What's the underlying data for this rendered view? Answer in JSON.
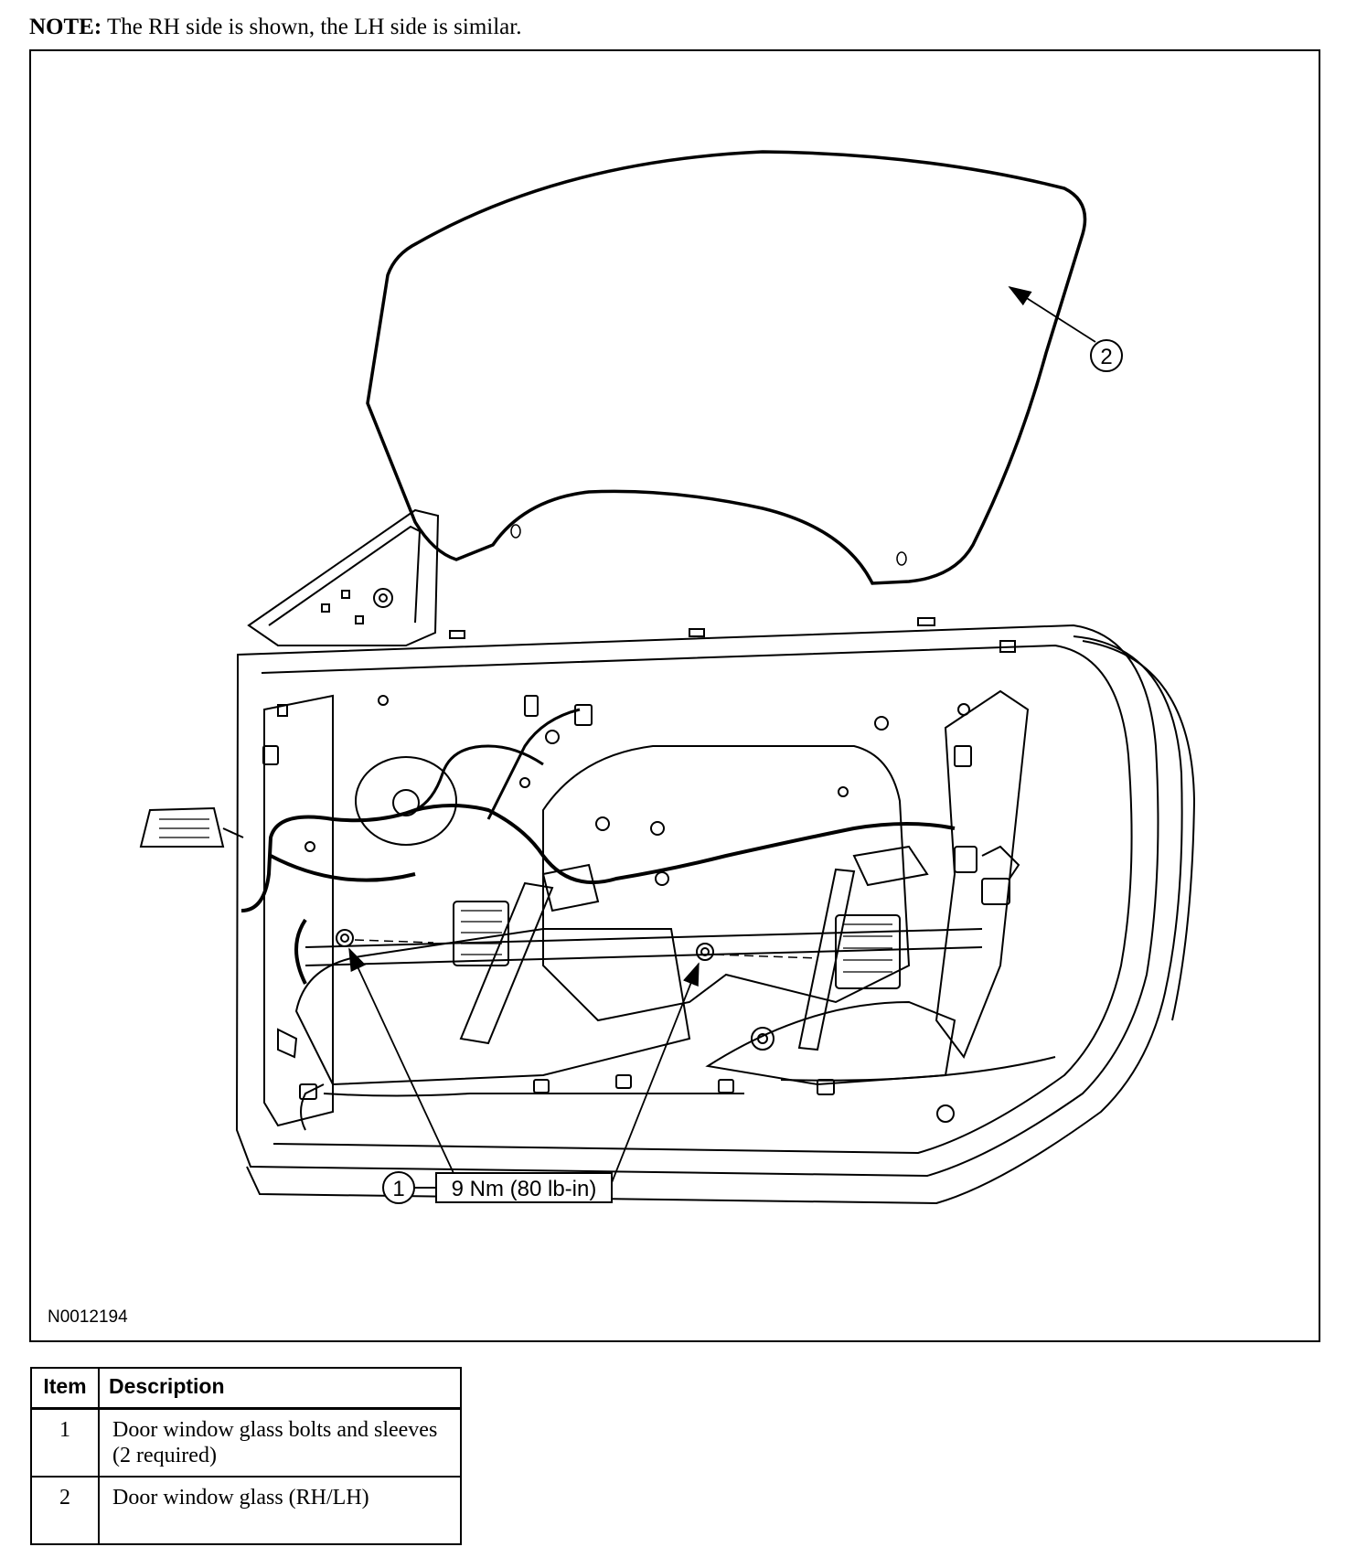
{
  "note": {
    "label": "NOTE:",
    "text": "The RH side is shown, the LH side is similar."
  },
  "figure": {
    "id": "N0012194",
    "callouts": {
      "item1": "1",
      "item2": "2",
      "torque": "9 Nm (80 lb-in)"
    }
  },
  "legend": {
    "headers": {
      "item": "Item",
      "description": "Description"
    },
    "rows": [
      {
        "item": "1",
        "description": "Door window glass bolts and sleeves (2 required)"
      },
      {
        "item": "2",
        "description": "Door window glass (RH/LH)"
      }
    ]
  }
}
